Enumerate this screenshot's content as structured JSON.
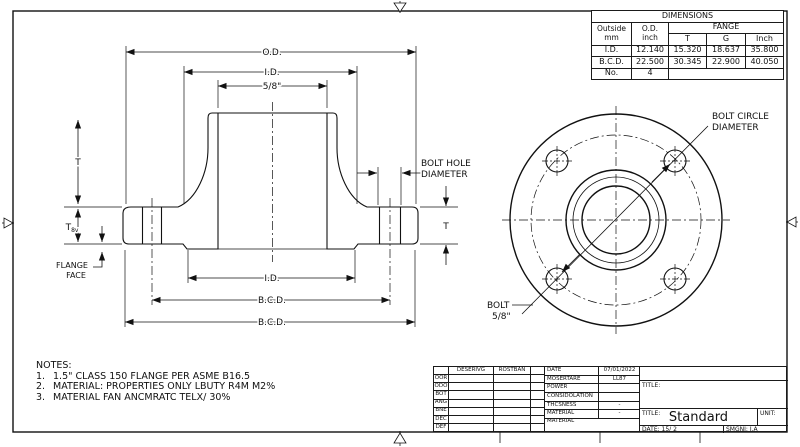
{
  "dim_table": {
    "title": "DIMENSIONS",
    "h_outside": "Outside\nmm",
    "h_od": "O.D.\ninch",
    "h_fange": "FANGE",
    "sub": [
      "T",
      "G",
      "Inch"
    ],
    "rows": [
      [
        "I.D.",
        "12.140",
        "15.320",
        "18.637",
        "35.800"
      ],
      [
        "B.C.D.",
        "22.500",
        "30.345",
        "22.900",
        "40.050"
      ],
      [
        "No.",
        "4",
        ""
      ]
    ]
  },
  "left_view": {
    "dim_od": "O.D.",
    "dim_id_top": "I.D.",
    "dim_bore": "5/8\"",
    "dim_t_left": "T",
    "dim_t8v_main": "T",
    "dim_t8v_sub": "8v",
    "flange_face_1": "FLANGE",
    "flange_face_2": "FACE",
    "bolt_hole_1": "BOLT HOLE",
    "bolt_hole_2": "DIAMETER",
    "dim_t_right": "T",
    "dim_id_bottom": "I.D.",
    "dim_bcd_inner": "B.C.D.",
    "dim_bcd_outer": "B.C.D."
  },
  "right_view": {
    "bcd_label_1": "BOLT CIRCLE",
    "bcd_label_2": "DIAMETER",
    "bolt_label_1": "BOLT",
    "bolt_label_2": "5/8\""
  },
  "notes": {
    "heading": "NOTES:",
    "items": [
      {
        "num": "1.",
        "text": "1.5\" CLASS 150 FLANGE PER ASME B16.5"
      },
      {
        "num": "2.",
        "text": "MATERIAL: PROPERTIES ONLY LBUTY R4M M2%"
      },
      {
        "num": "3.",
        "text": "MATERIAL FAN ANCMRATC TELX/ 30%"
      }
    ]
  },
  "title_block": {
    "rev_header_1": "DESERIVG",
    "rev_header_2": "ROSTBAN",
    "rev_rows": [
      "OOR",
      "ODO",
      "BOT",
      "ANG",
      "BNE",
      "DEC",
      "DEF"
    ],
    "mid_rows": [
      {
        "label": "DATE",
        "value": "07/01/2022"
      },
      {
        "label": "MOSERTARE",
        "value": "LL87"
      },
      {
        "label": "POWER",
        "value": ""
      },
      {
        "label": "CONSIDOLATION",
        "value": ""
      },
      {
        "label": "THCSNESS",
        "value": "-"
      },
      {
        "label": "MATERIAL",
        "value": "-"
      },
      {
        "label": "MATERIAL",
        "value": ""
      }
    ],
    "title_label_upper": "TITLE:",
    "title_label": "TITLE:",
    "title_value": "Standard",
    "unit_label": "UNIT:",
    "date_label": "DATE: 15/ 2",
    "sign_label": "SMGNI: I.A"
  }
}
